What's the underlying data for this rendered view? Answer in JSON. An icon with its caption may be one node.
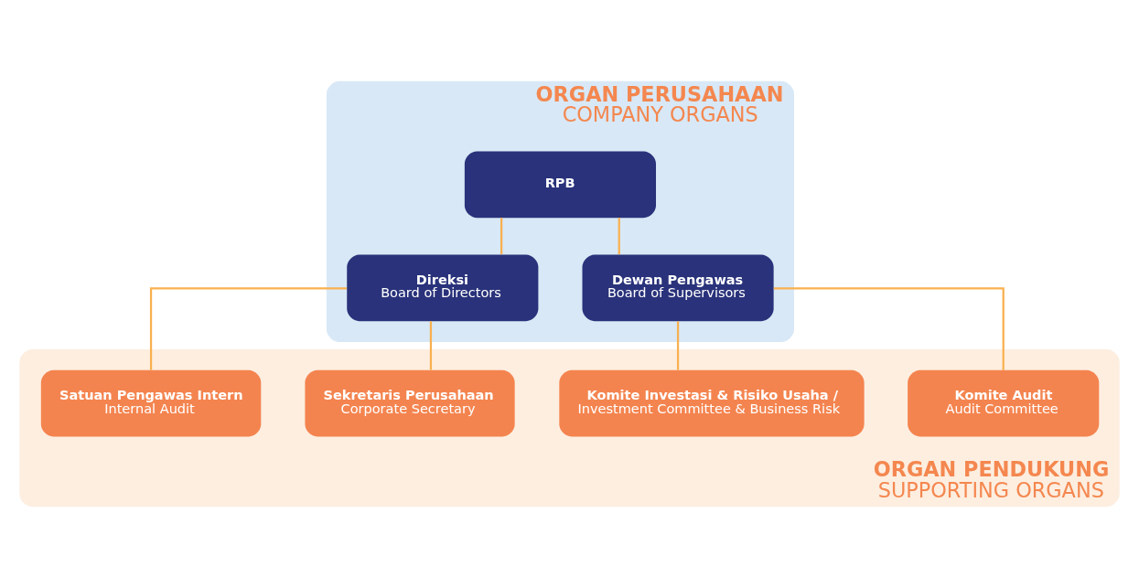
{
  "diagram": {
    "nodes": [
      {
        "text": [
          "ORGAN PERUSAHAAN",
          "COMPANY ORGANS"
        ]
      },
      {
        "text": [
          "RPB"
        ],
        "in": 0
      },
      {
        "text": [
          "Direksi",
          "Board of Directors"
        ],
        "in": 0
      },
      {
        "text": [
          "Dewan Pengawas",
          "Board of Supervisors"
        ],
        "in": 0
      },
      {
        "text": [
          "ORGAN PENDUKUNG",
          "SUPPORTING ORGANS"
        ]
      },
      {
        "text": [
          "Sekretaris Perusahaan",
          "Corporate Secretary"
        ],
        "in": 4
      },
      {
        "text": [
          "Satuan Pengawas Intern",
          "Internal Audit"
        ],
        "in": 4
      },
      {
        "text": [
          "Komite Audit",
          "Audit Committee"
        ],
        "in": 4
      },
      {
        "text": [
          "Komite Investasi & Risiko Usaha /",
          "Investment Committee & Business Risk"
        ],
        "in": 4
      }
    ],
    "edges": [
      {
        "from": 1,
        "to": 2,
        "arrow": "none"
      },
      {
        "from": 1,
        "to": 3,
        "arrow": "none"
      },
      {
        "from": 2,
        "to": 5,
        "arrow": "none"
      },
      {
        "from": 2,
        "to": 6,
        "arrow": "none"
      },
      {
        "from": 3,
        "to": 7,
        "arrow": "none"
      },
      {
        "from": 3,
        "to": 8,
        "arrow": "none"
      }
    ]
  }
}
